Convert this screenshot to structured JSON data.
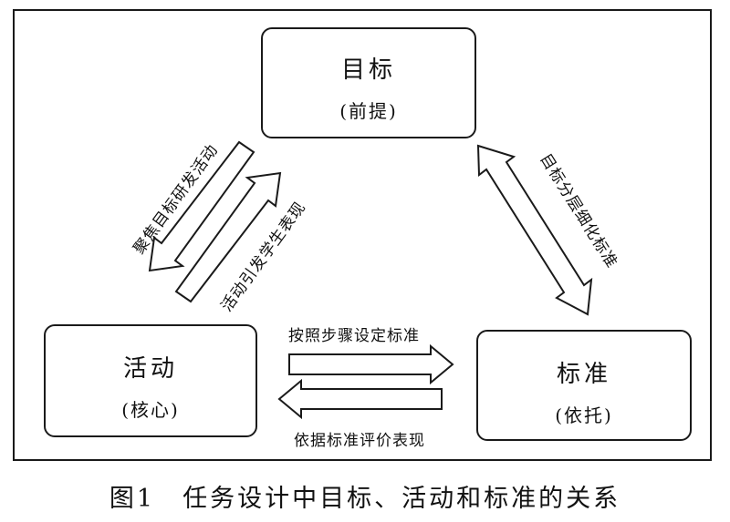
{
  "nodes": {
    "goal": {
      "title": "目标",
      "subtitle": "(前提)"
    },
    "activity": {
      "title": "活动",
      "subtitle": "(核心)"
    },
    "standard": {
      "title": "标准",
      "subtitle": "(依托)"
    }
  },
  "edges": {
    "goal_to_activity": "聚焦目标研发活动",
    "activity_to_goal": "活动引发学生表现",
    "goal_standard": "目标分层细化标准",
    "activity_to_standard": "按照步骤设定标准",
    "standard_to_activity": "依据标准评价表现"
  },
  "caption": "图1　任务设计中目标、活动和标准的关系"
}
